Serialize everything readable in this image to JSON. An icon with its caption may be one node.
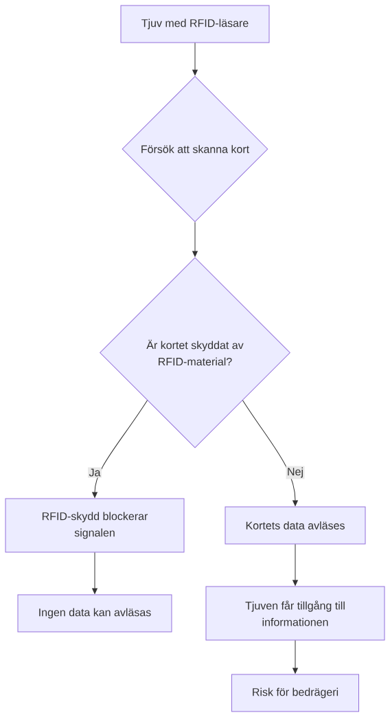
{
  "diagram": {
    "nodes": [
      {
        "text": [
          "Tjuv med RFID-läsare"
        ]
      },
      {
        "text": [
          "Försök att skanna kort"
        ]
      },
      {
        "text": [
          "Är kortet skyddat av RFID-material?"
        ]
      },
      {
        "text": [
          "RFID-skydd blockerar signalen"
        ]
      },
      {
        "text": [
          "Kortets data avläses"
        ]
      },
      {
        "text": [
          "Ingen data kan avläsas"
        ]
      },
      {
        "text": [
          "Tjuven får tillgång till informationen"
        ]
      },
      {
        "text": [
          "Risk för bedrägeri"
        ]
      }
    ],
    "edges": [
      {
        "from": 0,
        "to": 1,
        "arrow": "to"
      },
      {
        "from": 1,
        "to": 2,
        "arrow": "to"
      },
      {
        "from": 2,
        "to": 3,
        "arrow": "to",
        "label": "Ja"
      },
      {
        "from": 2,
        "to": 4,
        "arrow": "to",
        "label": "Nej"
      },
      {
        "from": 3,
        "to": 5,
        "arrow": "to"
      },
      {
        "from": 4,
        "to": 6,
        "arrow": "to"
      },
      {
        "from": 6,
        "to": 7,
        "arrow": "to"
      }
    ]
  }
}
